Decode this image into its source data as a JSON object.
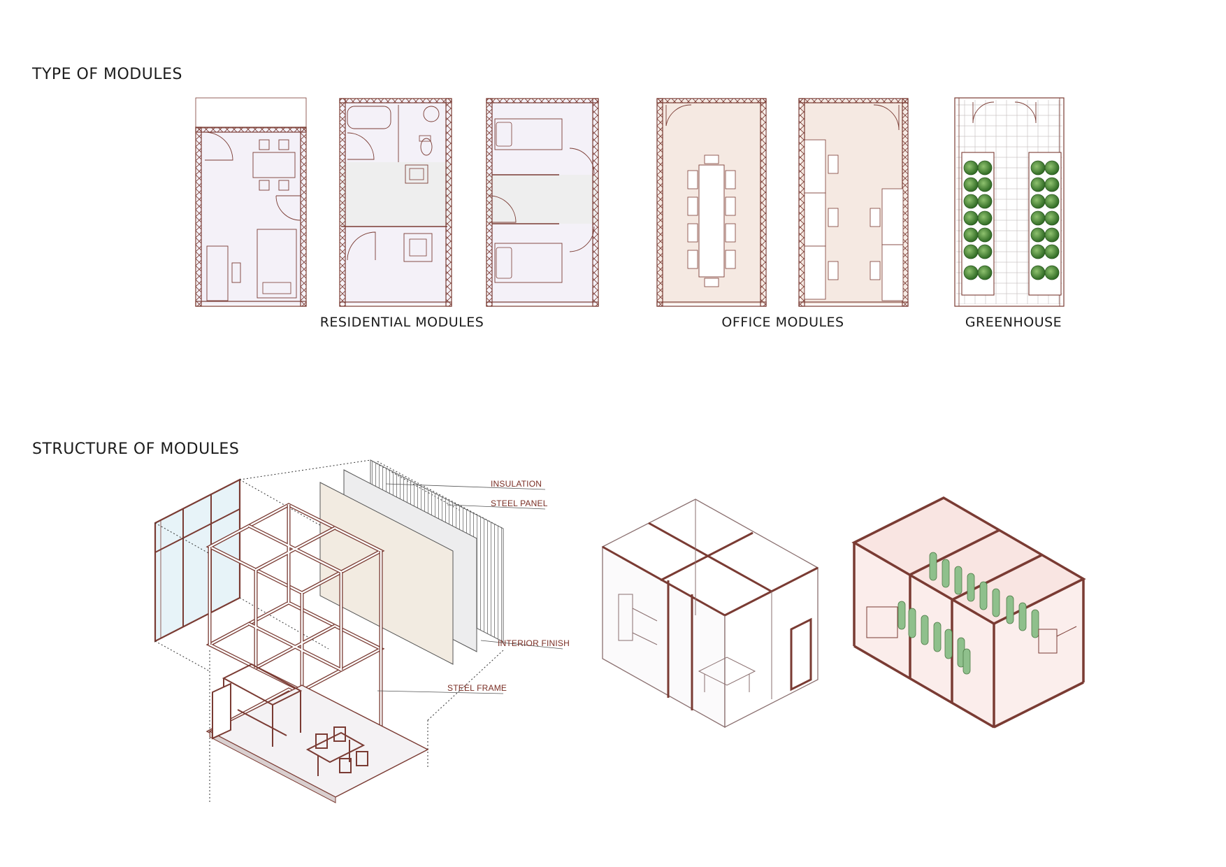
{
  "sections": {
    "types_title": "TYPE OF MODULES",
    "structure_title": "STRUCTURE OF MODULES"
  },
  "captions": {
    "residential": "RESIDENTIAL MODULES",
    "office": "OFFICE MODULES",
    "greenhouse": "GREENHOUSE"
  },
  "layer_labels": {
    "insulation": "INSULATION",
    "steel_panel": "STEEL PANEL",
    "interior_finish": "INTERIOR FINISH",
    "steel_frame": "STEEL FRAME"
  },
  "colors": {
    "wall": "#7a3b33",
    "residential_floor": "#f4f1f8",
    "office_floor": "#f5e9e2",
    "corridor": "#eeeeee",
    "plant": "#4f8f3a",
    "glass": "#e7f3f8",
    "greenhouse_tint": "#f9e5e2"
  }
}
